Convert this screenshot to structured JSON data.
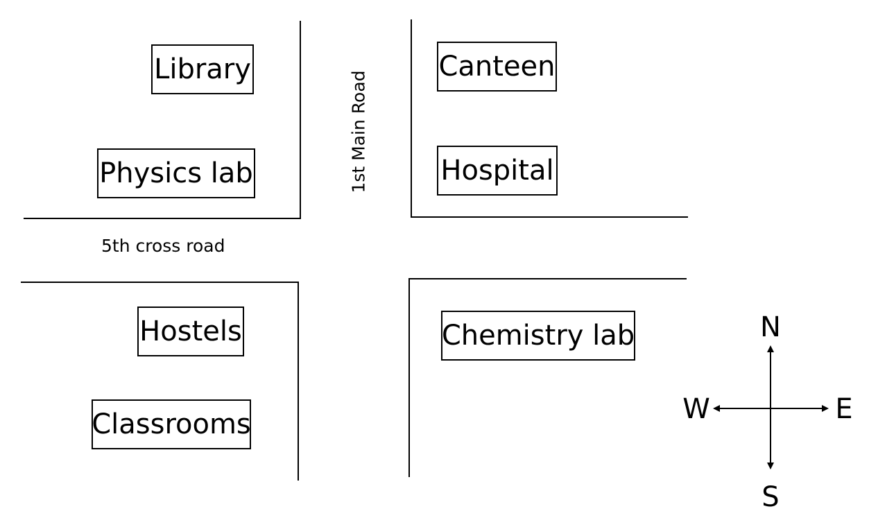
{
  "roads": {
    "main_road": "1st Main Road",
    "cross_road": "5th cross road"
  },
  "buildings": {
    "library": "Library",
    "physics_lab": "Physics lab",
    "canteen": "Canteen",
    "hospital": "Hospital",
    "hostels": "Hostels",
    "classrooms": "Classrooms",
    "chemistry_lab": "Chemistry lab"
  },
  "compass": {
    "north": "N",
    "south": "S",
    "east": "E",
    "west": "W"
  }
}
